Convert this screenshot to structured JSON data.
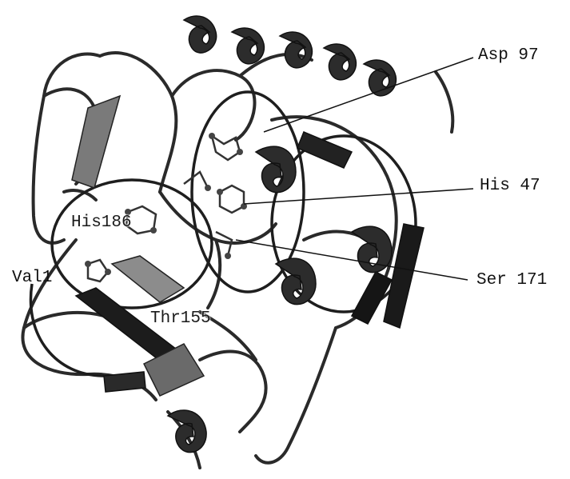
{
  "figure": {
    "labels": {
      "asp97": "Asp 97",
      "his47": "His 47",
      "ser171": "Ser 171",
      "his186": "His186",
      "val1": "Val1",
      "thr155": "Thr155"
    },
    "colors": {
      "ribbon_dark": "#1c1c1c",
      "ribbon_mid": "#6e6e6e",
      "ribbon_light": "#9a9a9a",
      "background": "#ffffff"
    }
  }
}
